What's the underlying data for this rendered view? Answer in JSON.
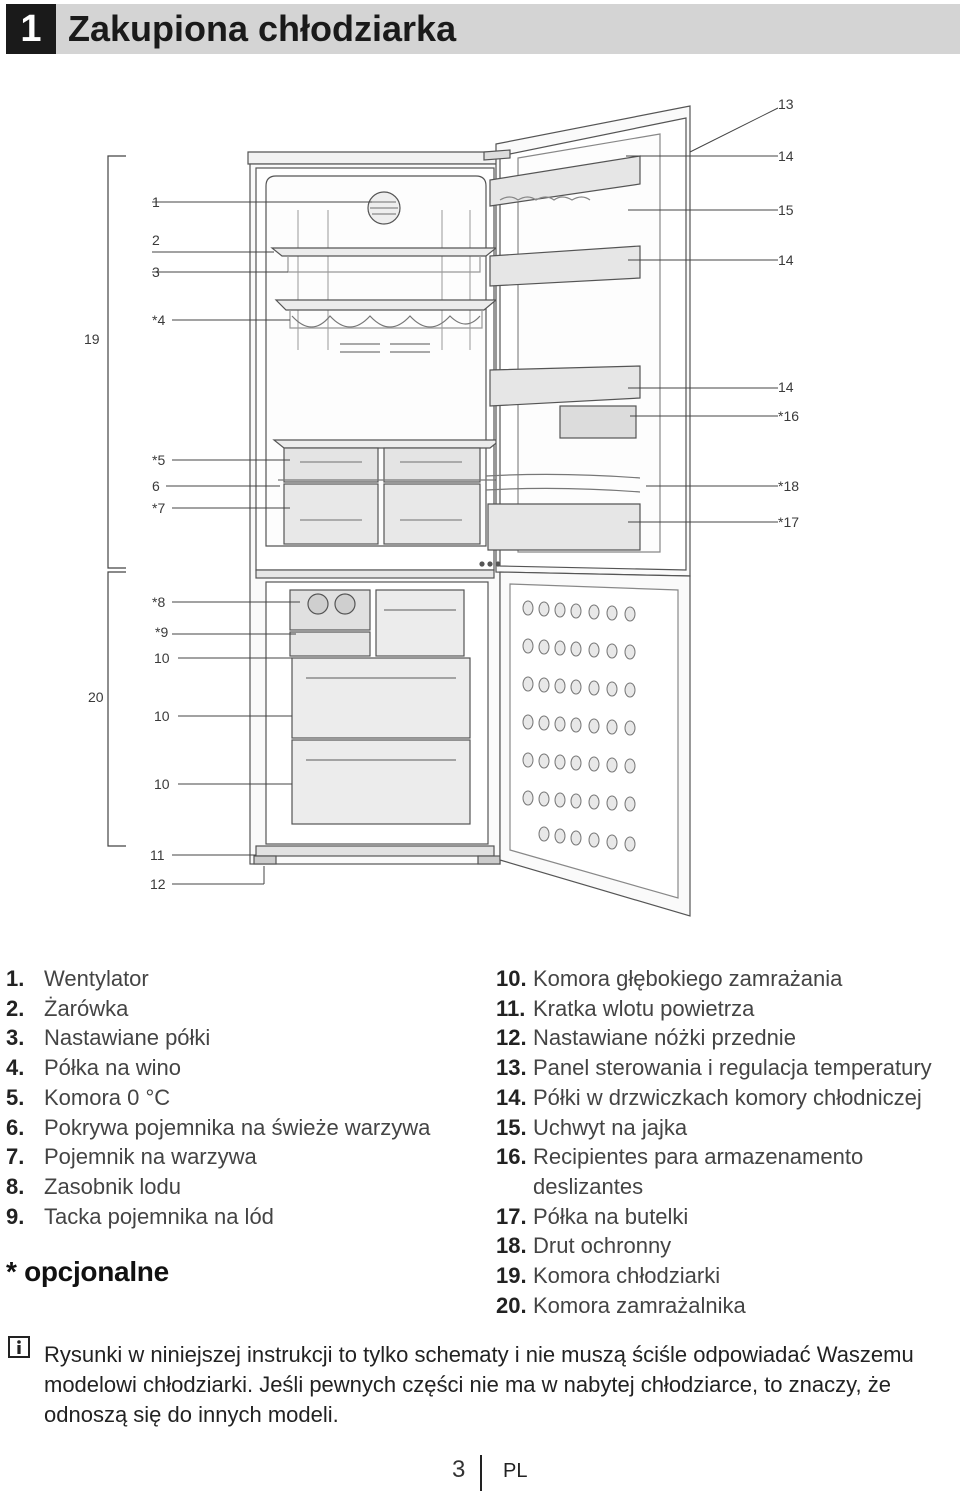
{
  "header": {
    "number": "1",
    "title": "Zakupiona chłodziarka"
  },
  "callouts": {
    "c13": "13",
    "c14a": "14",
    "c15": "15",
    "c14b": "14",
    "c14c": "14",
    "c16": "*16",
    "c18": "*18",
    "c17": "*17",
    "c1": "1",
    "c2": "2",
    "c3": "3",
    "c4": "*4",
    "c5": "*5",
    "c6": "6",
    "c7": "*7",
    "c8": "*8",
    "c9": "*9",
    "c10a": "10",
    "c10b": "10",
    "c10c": "10",
    "c11": "11",
    "c12": "12",
    "c19": "19",
    "c20": "20"
  },
  "legend_left": [
    {
      "n": "1.",
      "t": "Wentylator"
    },
    {
      "n": "2.",
      "t": "Żarówka"
    },
    {
      "n": "3.",
      "t": "Nastawiane półki"
    },
    {
      "n": "4.",
      "t": "Półka na wino"
    },
    {
      "n": "5.",
      "t": "Komora 0 °C"
    },
    {
      "n": "6.",
      "t": "Pokrywa pojemnika na świeże warzywa"
    },
    {
      "n": "7.",
      "t": "Pojemnik na warzywa"
    },
    {
      "n": "8.",
      "t": "Zasobnik lodu"
    },
    {
      "n": "9.",
      "t": "Tacka pojemnika na lód"
    }
  ],
  "legend_right": [
    {
      "n": "10.",
      "t": "Komora głębokiego zamrażania"
    },
    {
      "n": "11.",
      "t": "Kratka wlotu powietrza"
    },
    {
      "n": "12.",
      "t": "Nastawiane nóżki przednie"
    },
    {
      "n": "13.",
      "t": "Panel sterowania i regulacja temperatury"
    },
    {
      "n": "14.",
      "t": "Półki w drzwiczkach komory chłodniczej"
    },
    {
      "n": "15.",
      "t": "Uchwyt na jajka"
    },
    {
      "n": "16.",
      "t": "Recipientes para armazenamento"
    },
    {
      "n": "",
      "t": "deslizantes"
    },
    {
      "n": "17.",
      "t": "Półka na butelki"
    },
    {
      "n": "18.",
      "t": "Drut ochronny"
    },
    {
      "n": "19.",
      "t": "Komora chłodziarki"
    },
    {
      "n": "20.",
      "t": "Komora zamrażalnika"
    }
  ],
  "optional_note": "* opcjonalne",
  "note": "Rysunki w niniejszej instrukcji to tylko schematy i nie muszą ściśle odpowiadać Waszemu modelowi chłodziarki. Jeśli pewnych części nie ma w nabytej chłodziarce, to znaczy, że odnoszą się do innych modeli.",
  "footer": {
    "page": "3",
    "lang": "PL"
  }
}
